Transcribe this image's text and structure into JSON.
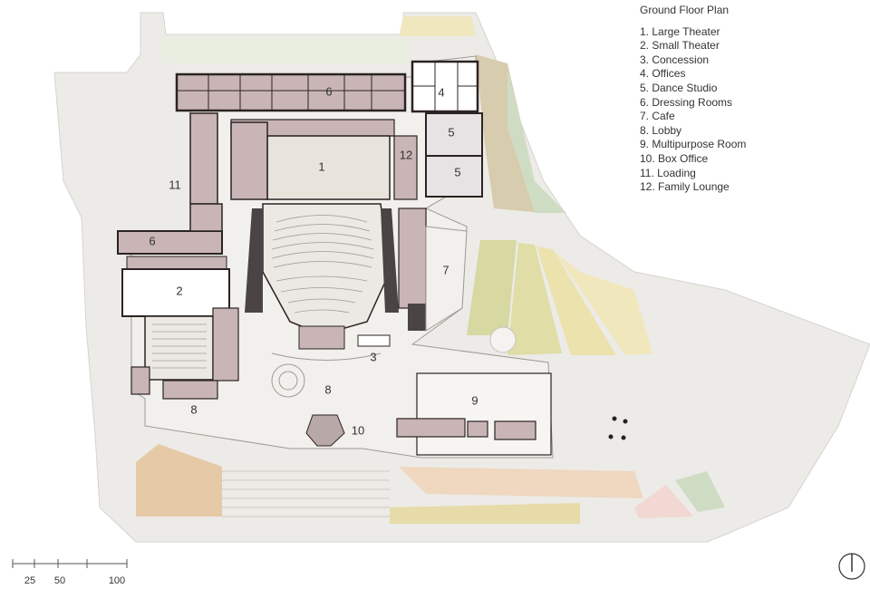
{
  "legend": {
    "title": "Ground Floor Plan",
    "items": [
      "1. Large Theater",
      "2. Small Theater",
      "3. Concession",
      "4. Offices",
      "5. Dance Studio",
      "6. Dressing Rooms",
      "7. Cafe",
      "8. Lobby",
      "9.  Multipurpose Room",
      "10. Box Office",
      "11. Loading",
      "12. Family Lounge"
    ]
  },
  "room_numbers": {
    "large_theater": "1",
    "small_theater": "2",
    "concession": "3",
    "offices": "4",
    "dance_studio_a": "5",
    "dance_studio_b": "5",
    "dressing_rooms_a": "6",
    "dressing_rooms_b": "6",
    "cafe": "7",
    "lobby_a": "8",
    "lobby_b": "8",
    "multipurpose_room": "9",
    "box_office": "10",
    "loading": "11",
    "family_lounge": "12"
  },
  "scale_bar": {
    "labels": [
      "25",
      "50",
      "100"
    ]
  },
  "colors": {
    "room_fill": "#c9b5b6",
    "wall": "#2b2323",
    "site": "#ecebe7",
    "landscape_yellow": "#e8e0a8",
    "landscape_olive": "#d6d9a4",
    "landscape_tan": "#e8c9a5",
    "landscape_pink": "#f2d8d2",
    "landscape_green": "#cfdcc4"
  },
  "icons": {
    "north_arrow": "north-arrow-icon"
  }
}
